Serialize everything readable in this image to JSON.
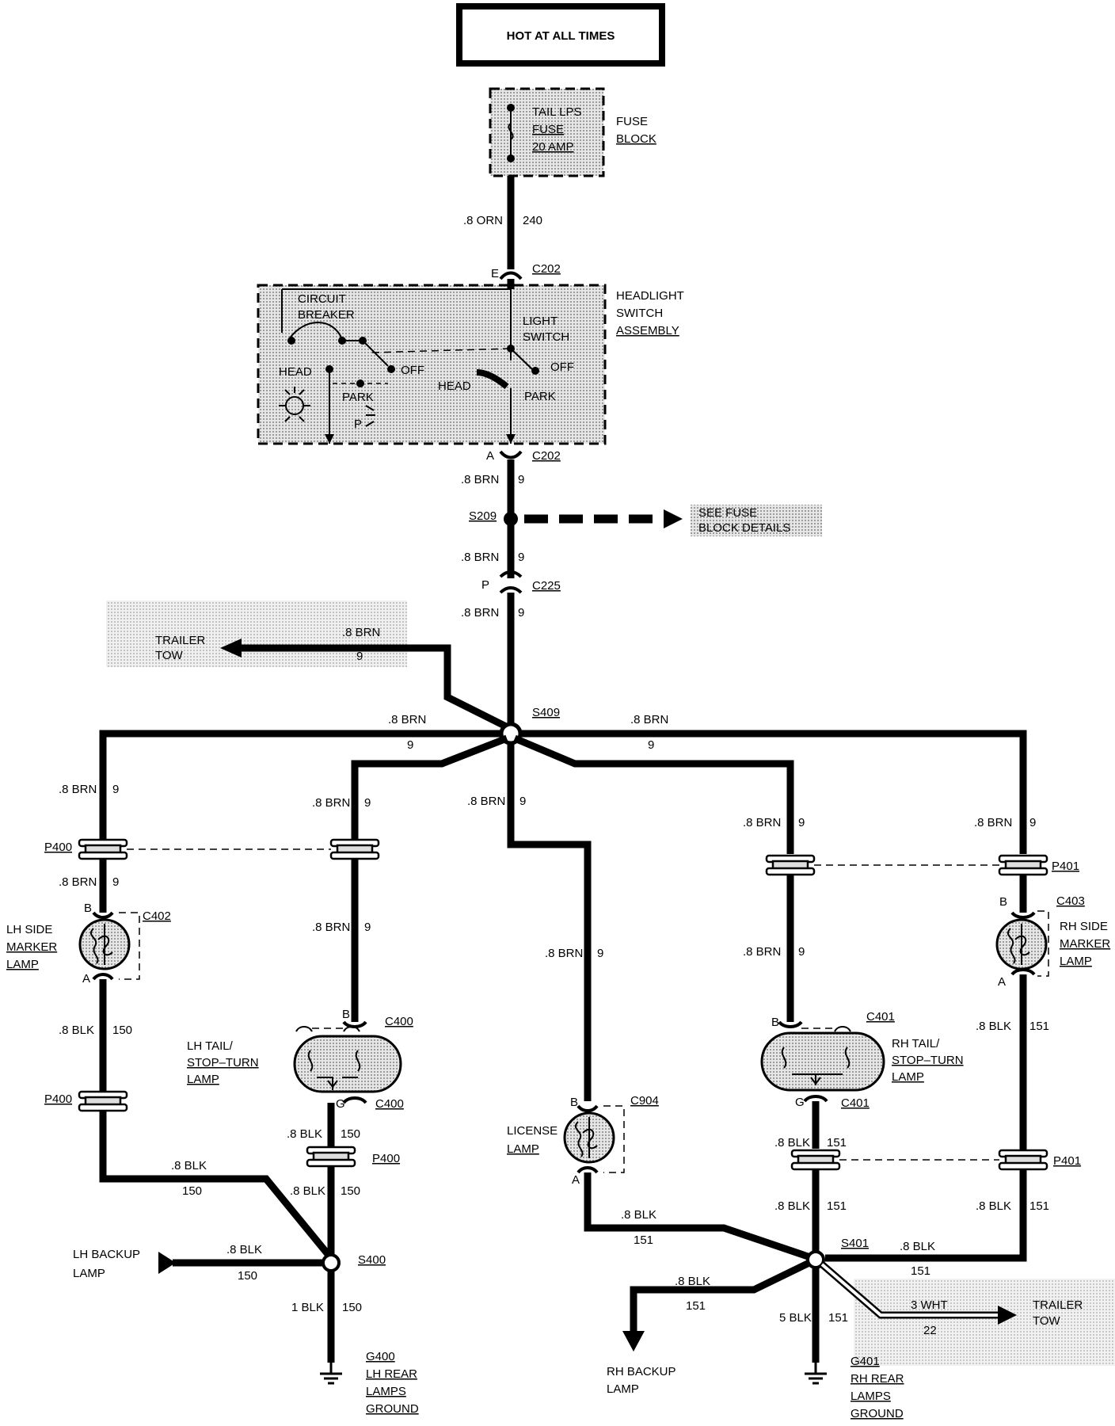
{
  "title": "HOT AT ALL TIMES",
  "fuse": {
    "line1": "TAIL LPS",
    "line2": "FUSE",
    "line3": "20 AMP",
    "block1": "FUSE",
    "block2": "BLOCK"
  },
  "top_wire": {
    "gauge": ".8 ORN",
    "circuit": "240"
  },
  "c202": {
    "name": "C202",
    "pin_top": "E",
    "pin_bottom": "A"
  },
  "switch": {
    "cb1": "CIRCUIT",
    "cb2": "BREAKER",
    "ls1": "LIGHT",
    "ls2": "SWITCH",
    "head": "HEAD",
    "park": "PARK",
    "off": "OFF",
    "p": "P",
    "asm1": "HEADLIGHT",
    "asm2": "SWITCH",
    "asm3": "ASSEMBLY"
  },
  "brn9": {
    "gauge": ".8 BRN",
    "circuit": "9"
  },
  "blk150": {
    "gauge": ".8 BLK",
    "circuit": "150"
  },
  "blk151": {
    "gauge": ".8 BLK",
    "circuit": "151"
  },
  "s209": {
    "name": "S209",
    "see1": "SEE FUSE",
    "see2": "BLOCK DETAILS"
  },
  "c225": {
    "name": "C225",
    "pin": "P"
  },
  "trailer": {
    "line1": "TRAILER",
    "line2": "TOW"
  },
  "s409": {
    "name": "S409"
  },
  "p400": {
    "name": "P400"
  },
  "p401": {
    "name": "P401"
  },
  "lh_side": {
    "l1": "LH SIDE",
    "l2": "MARKER",
    "l3": "LAMP",
    "conn": "C402",
    "pin_b": "B",
    "pin_a": "A"
  },
  "rh_side": {
    "l1": "RH SIDE",
    "l2": "MARKER",
    "l3": "LAMP",
    "conn": "C403",
    "pin_b": "B",
    "pin_a": "A"
  },
  "lh_tail": {
    "l1": "LH TAIL/",
    "l2": "STOP–TURN",
    "l3": "LAMP",
    "conn": "C400",
    "pin_b": "B",
    "pin_g": "G"
  },
  "rh_tail": {
    "l1": "RH TAIL/",
    "l2": "STOP–TURN",
    "l3": "LAMP",
    "conn": "C401",
    "pin_b": "B",
    "pin_g": "G"
  },
  "license": {
    "l1": "LICENSE",
    "l2": "LAMP",
    "conn": "C904",
    "pin_b": "B",
    "pin_a": "A"
  },
  "lh_backup": {
    "l1": "LH BACKUP",
    "l2": "LAMP"
  },
  "rh_backup": {
    "l1": "RH BACKUP",
    "l2": "LAMP"
  },
  "s400": {
    "name": "S400"
  },
  "s401": {
    "name": "S401"
  },
  "lh_ground": {
    "gauge": "1 BLK",
    "circuit": "150",
    "name": "G400",
    "l1": "LH REAR",
    "l2": "LAMPS",
    "l3": "GROUND"
  },
  "rh_ground": {
    "gauge": "5 BLK",
    "circuit": "151",
    "name": "G401",
    "l1": "RH REAR",
    "l2": "LAMPS",
    "l3": "GROUND"
  },
  "trailer_wht": {
    "gauge": "3 WHT",
    "circuit": "22"
  }
}
